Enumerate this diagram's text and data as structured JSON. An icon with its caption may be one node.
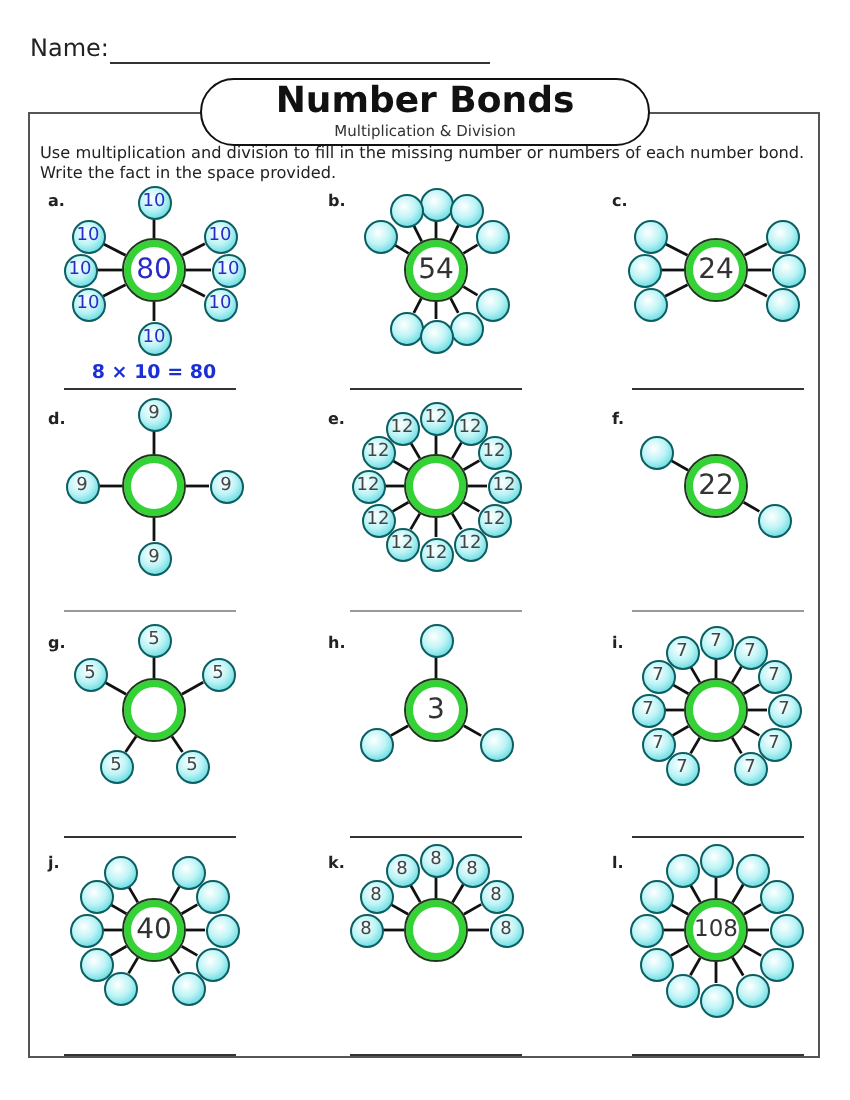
{
  "diagram": {
    "title": "Number Bonds",
    "nodes": [
      {
        "text": [
          "80"
        ]
      },
      {
        "text": [
          "10"
        ]
      },
      {
        "text": [
          "10"
        ]
      },
      {
        "text": [
          "10"
        ]
      },
      {
        "text": [
          "10"
        ]
      },
      {
        "text": [
          "10"
        ]
      },
      {
        "text": [
          "10"
        ]
      },
      {
        "text": [
          "10"
        ]
      },
      {
        "text": [
          "10"
        ]
      },
      {
        "text": [
          "54"
        ]
      },
      {
        "text": [],
        "shape": "circle"
      },
      {
        "text": [],
        "shape": "circle"
      },
      {
        "text": [],
        "shape": "circle"
      },
      {
        "text": [],
        "shape": "circle"
      },
      {
        "text": [],
        "shape": "circle"
      },
      {
        "text": [],
        "shape": "circle"
      },
      {
        "text": [],
        "shape": "circle"
      },
      {
        "text": [],
        "shape": "circle"
      },
      {
        "text": [],
        "shape": "circle"
      },
      {
        "text": [
          "24"
        ]
      },
      {
        "text": [],
        "shape": "circle"
      },
      {
        "text": [],
        "shape": "circle"
      },
      {
        "text": [],
        "shape": "circle"
      },
      {
        "text": [],
        "shape": "circle"
      },
      {
        "text": [],
        "shape": "circle"
      },
      {
        "text": [],
        "shape": "circle"
      },
      {
        "text": [],
        "shape": "circle"
      },
      {
        "text": [
          "9"
        ]
      },
      {
        "text": [
          "9"
        ]
      },
      {
        "text": [
          "9"
        ]
      },
      {
        "text": [
          "9"
        ]
      },
      {
        "text": [],
        "shape": "circle"
      },
      {
        "text": [
          "12"
        ]
      },
      {
        "text": [
          "12"
        ]
      },
      {
        "text": [
          "12"
        ]
      },
      {
        "text": [
          "12"
        ]
      },
      {
        "text": [
          "12"
        ]
      },
      {
        "text": [
          "12"
        ]
      },
      {
        "text": [
          "12"
        ]
      },
      {
        "text": [
          "12"
        ]
      },
      {
        "text": [
          "12"
        ]
      },
      {
        "text": [
          "12"
        ]
      },
      {
        "text": [
          "12"
        ]
      },
      {
        "text": [
          "12"
        ]
      },
      {
        "text": [
          "22"
        ]
      },
      {
        "text": [],
        "shape": "circle"
      },
      {
        "text": [],
        "shape": "circle"
      },
      {
        "text": [],
        "shape": "circle"
      },
      {
        "text": [
          "5"
        ]
      },
      {
        "text": [
          "5"
        ]
      },
      {
        "text": [
          "5"
        ]
      },
      {
        "text": [
          "5"
        ]
      },
      {
        "text": [
          "5"
        ]
      },
      {
        "text": [
          "3"
        ]
      },
      {
        "text": [],
        "shape": "circle"
      },
      {
        "text": [],
        "shape": "circle"
      },
      {
        "text": [],
        "shape": "circle"
      },
      {
        "text": [],
        "shape": "circle"
      },
      {
        "text": [
          "7"
        ]
      },
      {
        "text": [
          "7"
        ]
      },
      {
        "text": [
          "7"
        ]
      },
      {
        "text": [
          "7"
        ]
      },
      {
        "text": [
          "7"
        ]
      },
      {
        "text": [
          "7"
        ]
      },
      {
        "text": [
          "7"
        ]
      },
      {
        "text": [
          "7"
        ]
      },
      {
        "text": [
          "7"
        ]
      },
      {
        "text": [
          "7"
        ]
      },
      {
        "text": [
          "7"
        ]
      },
      {
        "text": [
          "40"
        ]
      },
      {
        "text": [],
        "shape": "circle"
      },
      {
        "text": [],
        "shape": "circle"
      },
      {
        "text": [],
        "shape": "circle"
      },
      {
        "text": [],
        "shape": "circle"
      },
      {
        "text": [],
        "shape": "circle"
      },
      {
        "text": [],
        "shape": "circle"
      },
      {
        "text": [],
        "shape": "circle"
      },
      {
        "text": [],
        "shape": "circle"
      },
      {
        "text": [],
        "shape": "circle"
      },
      {
        "text": [],
        "shape": "circle"
      },
      {
        "text": [],
        "shape": "circle"
      },
      {
        "text": [
          "8"
        ]
      },
      {
        "text": [
          "8"
        ]
      },
      {
        "text": [
          "8"
        ]
      },
      {
        "text": [
          "8"
        ]
      },
      {
        "text": [
          "8"
        ]
      },
      {
        "text": [
          "8"
        ]
      },
      {
        "text": [
          "8"
        ]
      },
      {
        "text": [
          "108"
        ]
      },
      {
        "text": [],
        "shape": "circle"
      },
      {
        "text": [],
        "shape": "circle"
      },
      {
        "text": [],
        "shape": "circle"
      },
      {
        "text": [],
        "shape": "circle"
      },
      {
        "text": [],
        "shape": "circle"
      },
      {
        "text": [],
        "shape": "circle"
      },
      {
        "text": [],
        "shape": "circle"
      },
      {
        "text": [],
        "shape": "circle"
      },
      {
        "text": [],
        "shape": "circle"
      },
      {
        "text": [],
        "shape": "circle"
      },
      {
        "text": [],
        "shape": "circle"
      },
      {
        "text": [],
        "shape": "circle"
      }
    ],
    "edges": [
      {
        "from": 0,
        "to": 1,
        "arrow": "none"
      },
      {
        "from": 0,
        "to": 2,
        "arrow": "none"
      },
      {
        "from": 0,
        "to": 3,
        "arrow": "none"
      },
      {
        "from": 0,
        "to": 4,
        "arrow": "none"
      },
      {
        "from": 0,
        "to": 5,
        "arrow": "none"
      },
      {
        "from": 0,
        "to": 6,
        "arrow": "none"
      },
      {
        "from": 0,
        "to": 7,
        "arrow": "none"
      },
      {
        "from": 0,
        "to": 8,
        "arrow": "none"
      },
      {
        "from": 9,
        "to": 10,
        "arrow": "none"
      },
      {
        "from": 9,
        "to": 11,
        "arrow": "none"
      },
      {
        "from": 9,
        "to": 12,
        "arrow": "none"
      },
      {
        "from": 9,
        "to": 13,
        "arrow": "none"
      },
      {
        "from": 9,
        "to": 14,
        "arrow": "none"
      },
      {
        "from": 9,
        "to": 15,
        "arrow": "none"
      },
      {
        "from": 9,
        "to": 16,
        "arrow": "none"
      },
      {
        "from": 9,
        "to": 17,
        "arrow": "none"
      },
      {
        "from": 9,
        "to": 18,
        "arrow": "none"
      },
      {
        "from": 19,
        "to": 20,
        "arrow": "none"
      },
      {
        "from": 19,
        "to": 21,
        "arrow": "none"
      },
      {
        "from": 19,
        "to": 22,
        "arrow": "none"
      },
      {
        "from": 19,
        "to": 23,
        "arrow": "none"
      },
      {
        "from": 19,
        "to": 24,
        "arrow": "none"
      },
      {
        "from": 19,
        "to": 25,
        "arrow": "none"
      },
      {
        "from": 26,
        "to": 27,
        "arrow": "none"
      },
      {
        "from": 26,
        "to": 28,
        "arrow": "none"
      },
      {
        "from": 26,
        "to": 29,
        "arrow": "none"
      },
      {
        "from": 26,
        "to": 30,
        "arrow": "none"
      },
      {
        "from": 31,
        "to": 32,
        "arrow": "none"
      },
      {
        "from": 31,
        "to": 33,
        "arrow": "none"
      },
      {
        "from": 31,
        "to": 34,
        "arrow": "none"
      },
      {
        "from": 31,
        "to": 35,
        "arrow": "none"
      },
      {
        "from": 31,
        "to": 36,
        "arrow": "none"
      },
      {
        "from": 31,
        "to": 37,
        "arrow": "none"
      },
      {
        "from": 31,
        "to": 38,
        "arrow": "none"
      },
      {
        "from": 31,
        "to": 39,
        "arrow": "none"
      },
      {
        "from": 31,
        "to": 40,
        "arrow": "none"
      },
      {
        "from": 31,
        "to": 41,
        "arrow": "none"
      },
      {
        "from": 31,
        "to": 42,
        "arrow": "none"
      },
      {
        "from": 31,
        "to": 43,
        "arrow": "none"
      },
      {
        "from": 44,
        "to": 45,
        "arrow": "none"
      },
      {
        "from": 44,
        "to": 46,
        "arrow": "none"
      },
      {
        "from": 47,
        "to": 48,
        "arrow": "none"
      },
      {
        "from": 47,
        "to": 49,
        "arrow": "none"
      },
      {
        "from": 47,
        "to": 50,
        "arrow": "none"
      },
      {
        "from": 47,
        "to": 51,
        "arrow": "none"
      },
      {
        "from": 47,
        "to": 52,
        "arrow": "none"
      },
      {
        "from": 53,
        "to": 54,
        "arrow": "none"
      },
      {
        "from": 53,
        "to": 55,
        "arrow": "none"
      },
      {
        "from": 53,
        "to": 56,
        "arrow": "none"
      },
      {
        "from": 57,
        "to": 58,
        "arrow": "none"
      },
      {
        "from": 57,
        "to": 59,
        "arrow": "none"
      },
      {
        "from": 57,
        "to": 60,
        "arrow": "none"
      },
      {
        "from": 57,
        "to": 61,
        "arrow": "none"
      },
      {
        "from": 57,
        "to": 62,
        "arrow": "none"
      },
      {
        "from": 57,
        "to": 63,
        "arrow": "none"
      },
      {
        "from": 57,
        "to": 64,
        "arrow": "none"
      },
      {
        "from": 57,
        "to": 65,
        "arrow": "none"
      },
      {
        "from": 57,
        "to": 66,
        "arrow": "none"
      },
      {
        "from": 57,
        "to": 67,
        "arrow": "none"
      },
      {
        "from": 57,
        "to": 68,
        "arrow": "none"
      },
      {
        "from": 69,
        "to": 70,
        "arrow": "none"
      },
      {
        "from": 69,
        "to": 71,
        "arrow": "none"
      },
      {
        "from": 69,
        "to": 72,
        "arrow": "none"
      },
      {
        "from": 69,
        "to": 73,
        "arrow": "none"
      },
      {
        "from": 69,
        "to": 74,
        "arrow": "none"
      },
      {
        "from": 69,
        "to": 75,
        "arrow": "none"
      },
      {
        "from": 69,
        "to": 76,
        "arrow": "none"
      },
      {
        "from": 69,
        "to": 77,
        "arrow": "none"
      },
      {
        "from": 69,
        "to": 78,
        "arrow": "none"
      },
      {
        "from": 69,
        "to": 79,
        "arrow": "none"
      },
      {
        "from": 80,
        "to": 81,
        "arrow": "none"
      },
      {
        "from": 80,
        "to": 82,
        "arrow": "none"
      },
      {
        "from": 80,
        "to": 83,
        "arrow": "none"
      },
      {
        "from": 80,
        "to": 84,
        "arrow": "none"
      },
      {
        "from": 80,
        "to": 85,
        "arrow": "none"
      },
      {
        "from": 80,
        "to": 86,
        "arrow": "none"
      },
      {
        "from": 80,
        "to": 87,
        "arrow": "none"
      },
      {
        "from": 88,
        "to": 89,
        "arrow": "none"
      },
      {
        "from": 88,
        "to": 90,
        "arrow": "none"
      },
      {
        "from": 88,
        "to": 91,
        "arrow": "none"
      },
      {
        "from": 88,
        "to": 92,
        "arrow": "none"
      },
      {
        "from": 88,
        "to": 93,
        "arrow": "none"
      },
      {
        "from": 88,
        "to": 94,
        "arrow": "none"
      },
      {
        "from": 88,
        "to": 95,
        "arrow": "none"
      },
      {
        "from": 88,
        "to": 96,
        "arrow": "none"
      },
      {
        "from": 88,
        "to": 97,
        "arrow": "none"
      },
      {
        "from": 88,
        "to": 98,
        "arrow": "none"
      },
      {
        "from": 88,
        "to": 99,
        "arrow": "none"
      },
      {
        "from": 88,
        "to": 100,
        "arrow": "none"
      }
    ],
    "labels": [
      "Name:",
      "Multiplication & Division",
      "Use multiplication and division to fill in the missing number or numbers of each number bond. Write the fact in the space provided.",
      "a.",
      "b.",
      "c.",
      "8 × 10 = 80",
      "d.",
      "e.",
      "f.",
      "g.",
      "h.",
      "i.",
      "j.",
      "k.",
      "l."
    ]
  }
}
